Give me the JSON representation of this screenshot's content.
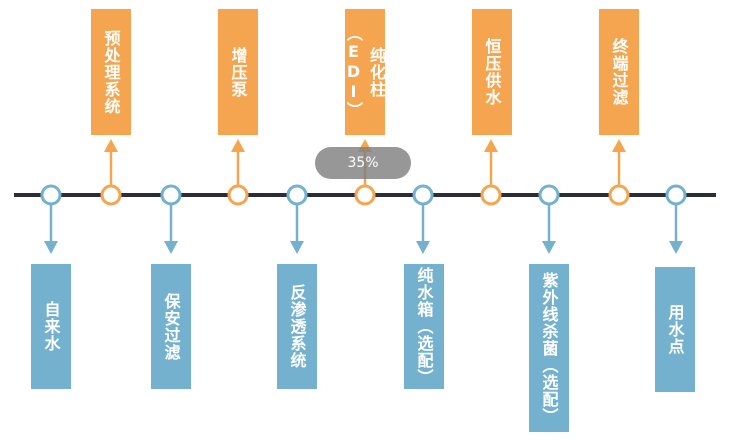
{
  "diagram": {
    "up_steps": [
      {
        "label": "预处理系统"
      },
      {
        "label": "增压泵"
      },
      {
        "label": "纯化柱（EDI）"
      },
      {
        "label": "恒压供水"
      },
      {
        "label": "终端过滤"
      }
    ],
    "down_steps": [
      {
        "label": "自来水"
      },
      {
        "label": "保安过滤"
      },
      {
        "label": "反渗透系统"
      },
      {
        "label": "纯水箱（选配）"
      },
      {
        "label": "紫外线杀菌（选配）"
      },
      {
        "label": "用水点"
      }
    ],
    "progress": {
      "label": "35%",
      "value": 35
    },
    "colors": {
      "orange": "#f5a54f",
      "blue": "#74b1cf",
      "line": "#2b2d38"
    }
  }
}
